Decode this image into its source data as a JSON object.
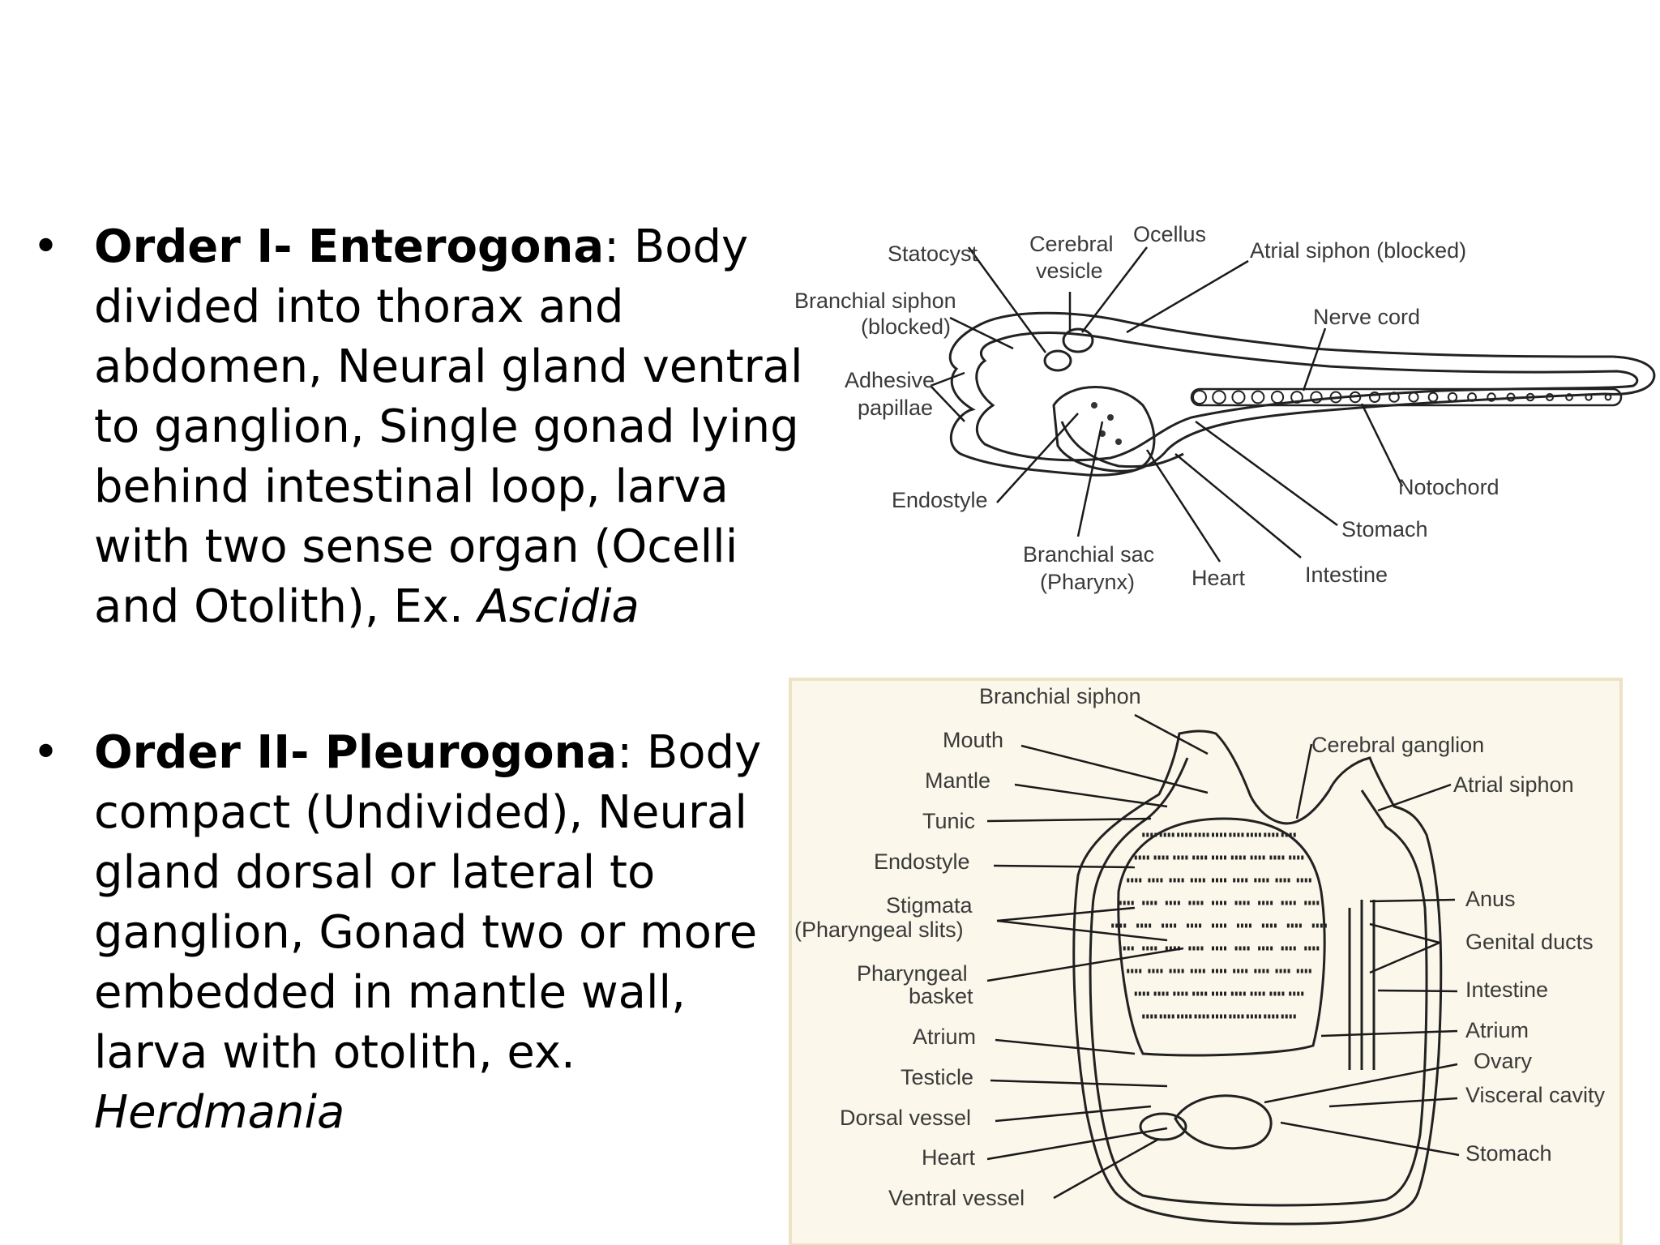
{
  "order1": {
    "title": "Order I- Enterogona",
    "lines": [
      ": Body",
      "divided into thorax and",
      "abdomen, Neural gland ventral",
      "to ganglion, Single gonad lying",
      "behind intestinal loop, larva",
      "with two sense organ (Ocelli",
      "and Otolith), Ex. "
    ],
    "example": "Ascidia"
  },
  "order2": {
    "title": "Order II- Pleurogona",
    "lines": [
      ": Body",
      "compact (Undivided), Neural",
      "gland dorsal or lateral to",
      "ganglion, Gonad two or more",
      "embedded in mantle wall,",
      "larva with otolith, ex."
    ],
    "example": "Herdmania"
  },
  "larva_labels": {
    "statocyst": "Statocyst",
    "cerebral_1": "Cerebral",
    "cerebral_2": "vesicle",
    "ocellus": "Ocellus",
    "atrial_siphon": "Atrial siphon (blocked)",
    "branchial_siphon_1": "Branchial siphon",
    "branchial_siphon_2": "(blocked)",
    "nerve_cord": "Nerve cord",
    "adhesive_1": "Adhesive",
    "adhesive_2": "papillae",
    "endostyle": "Endostyle",
    "notochord": "Notochord",
    "stomach": "Stomach",
    "branchial_sac_1": "Branchial sac",
    "branchial_sac_2": "(Pharynx)",
    "heart": "Heart",
    "intestine": "Intestine"
  },
  "adult_labels": {
    "branchial_siphon": "Branchial siphon",
    "mouth": "Mouth",
    "cerebral_ganglion": "Cerebral ganglion",
    "mantle": "Mantle",
    "atrial_siphon": "Atrial siphon",
    "tunic": "Tunic",
    "endostyle": "Endostyle",
    "stigmata_1": "Stigmata",
    "stigmata_2": "(Pharyngeal slits)",
    "anus": "Anus",
    "genital_ducts": "Genital ducts",
    "pharyngeal_1": "Pharyngeal",
    "pharyngeal_2": "basket",
    "intestine": "Intestine",
    "atrium_left": "Atrium",
    "atrium_right": "Atrium",
    "ovary": "Ovary",
    "testicle": "Testicle",
    "visceral_cavity": "Visceral cavity",
    "dorsal_vessel": "Dorsal vessel",
    "heart": "Heart",
    "stomach": "Stomach",
    "ventral_vessel": "Ventral vessel"
  }
}
